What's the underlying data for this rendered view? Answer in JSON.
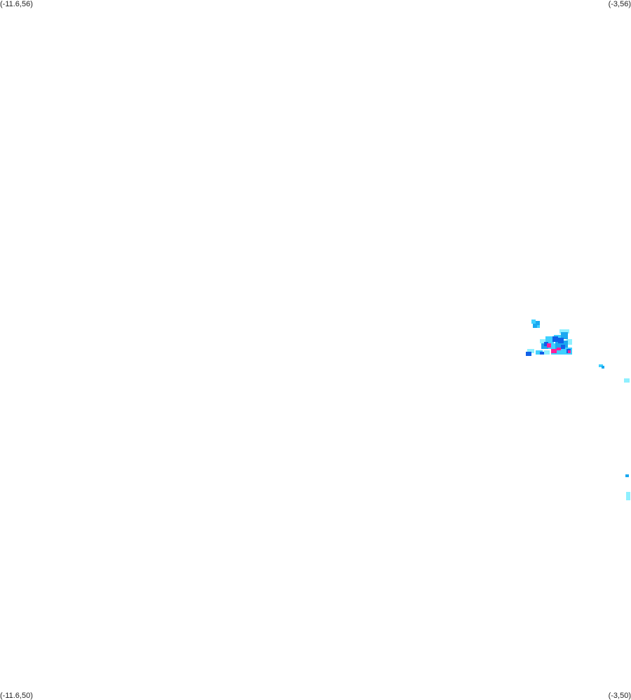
{
  "corners": {
    "top_left": "(-11.6,56)",
    "top_right": "(-3,56)",
    "bottom_left": "(-11.6,50)",
    "bottom_right": "(-3,50)"
  },
  "colors": {
    "background": "#ffffff",
    "low": "#8ff0ff",
    "light": "#3fd0ff",
    "mid": "#1aa8f0",
    "high": "#1060e8",
    "peak": "#ff1f9a"
  }
}
